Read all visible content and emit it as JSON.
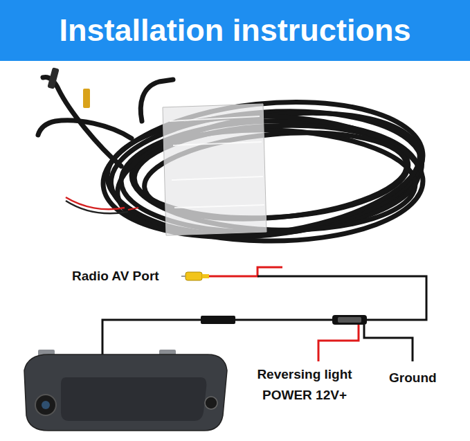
{
  "diagram": {
    "title": "Installation instructions",
    "labels": [
      "Radio AV Port",
      "Reversing light POWER 12V+",
      "Ground"
    ]
  }
}
